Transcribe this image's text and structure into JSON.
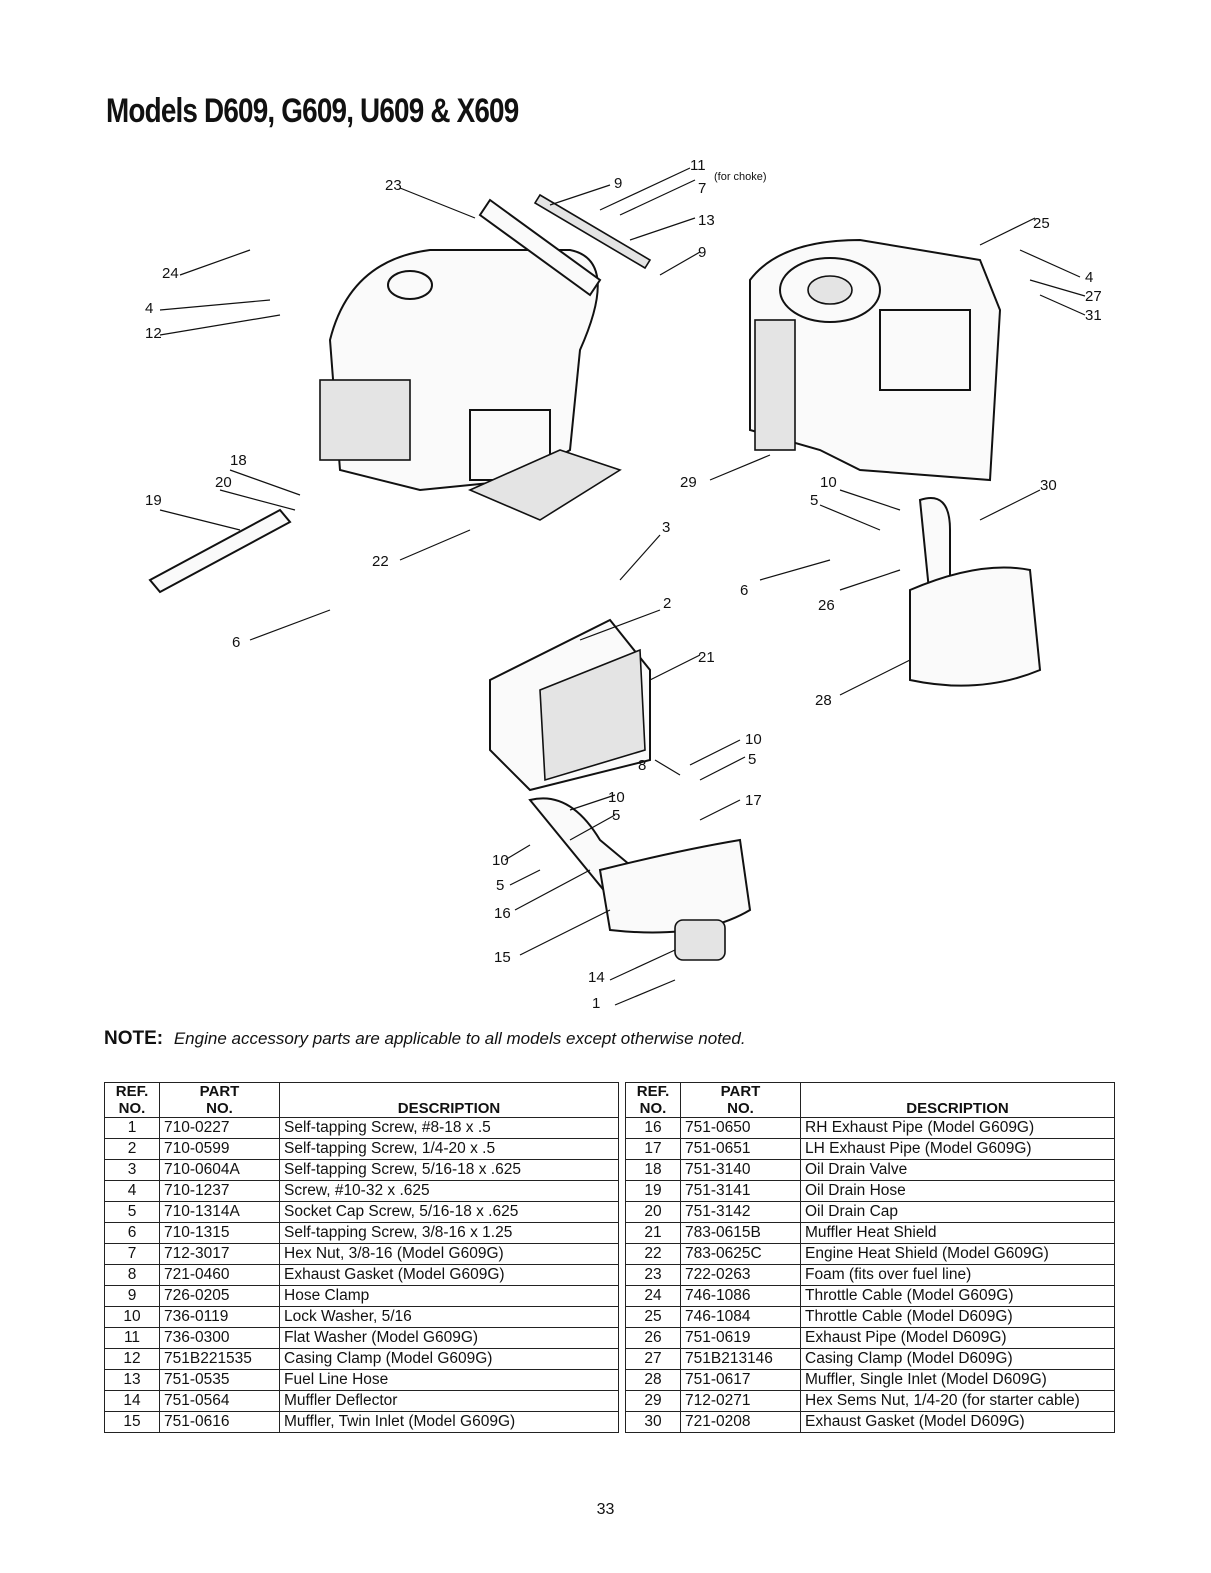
{
  "title": "Models D609, G609, U609 & X609",
  "callouts": {
    "c23": "23",
    "c9a": "9",
    "c11": "11",
    "c11_note": "(for choke)",
    "c7": "7",
    "c13": "13",
    "c9b": "9",
    "c25": "25",
    "c4b": "4",
    "c27": "27",
    "c31": "31",
    "c24": "24",
    "c4a": "4",
    "c12": "12",
    "c18": "18",
    "c20": "20",
    "c19": "19",
    "c22": "22",
    "c6a": "6",
    "c29": "29",
    "c10a": "10",
    "c5a": "5",
    "c30": "30",
    "c3": "3",
    "c2": "2",
    "c21": "21",
    "c6b": "6",
    "c26": "26",
    "c28": "28",
    "c10b": "10",
    "c5b": "5",
    "c8": "8",
    "c10c": "10",
    "c5c": "5",
    "c17": "17",
    "c10d": "10",
    "c5d": "5",
    "c16": "16",
    "c15": "15",
    "c14": "14",
    "c1": "1"
  },
  "note": {
    "label": "NOTE:",
    "text": "Engine accessory parts are applicable to all models except otherwise noted."
  },
  "table_headers": {
    "ref_top": "REF.",
    "ref_bottom": "NO.",
    "part_top": "PART",
    "part_bottom": "NO.",
    "description": "DESCRIPTION"
  },
  "parts_left": [
    {
      "ref": "1",
      "part": "710-0227",
      "desc": "Self-tapping Screw, #8-18 x .5"
    },
    {
      "ref": "2",
      "part": "710-0599",
      "desc": "Self-tapping Screw, 1/4-20 x .5"
    },
    {
      "ref": "3",
      "part": "710-0604A",
      "desc": "Self-tapping Screw, 5/16-18 x .625"
    },
    {
      "ref": "4",
      "part": "710-1237",
      "desc": "Screw, #10-32 x .625"
    },
    {
      "ref": "5",
      "part": "710-1314A",
      "desc": "Socket Cap Screw, 5/16-18 x .625"
    },
    {
      "ref": "6",
      "part": "710-1315",
      "desc": "Self-tapping Screw, 3/8-16 x 1.25"
    },
    {
      "ref": "7",
      "part": "712-3017",
      "desc": "Hex Nut, 3/8-16 (Model G609G)"
    },
    {
      "ref": "8",
      "part": "721-0460",
      "desc": "Exhaust Gasket (Model G609G)"
    },
    {
      "ref": "9",
      "part": "726-0205",
      "desc": "Hose Clamp"
    },
    {
      "ref": "10",
      "part": "736-0119",
      "desc": "Lock Washer, 5/16"
    },
    {
      "ref": "11",
      "part": "736-0300",
      "desc": "Flat Washer (Model G609G)"
    },
    {
      "ref": "12",
      "part": "751B221535",
      "desc": "Casing Clamp (Model G609G)"
    },
    {
      "ref": "13",
      "part": "751-0535",
      "desc": "Fuel Line Hose"
    },
    {
      "ref": "14",
      "part": "751-0564",
      "desc": "Muffler Deflector"
    },
    {
      "ref": "15",
      "part": "751-0616",
      "desc": "Muffler, Twin Inlet (Model G609G)"
    }
  ],
  "parts_right": [
    {
      "ref": "16",
      "part": "751-0650",
      "desc": "RH Exhaust Pipe (Model G609G)"
    },
    {
      "ref": "17",
      "part": "751-0651",
      "desc": "LH Exhaust Pipe (Model G609G)"
    },
    {
      "ref": "18",
      "part": "751-3140",
      "desc": "Oil Drain Valve"
    },
    {
      "ref": "19",
      "part": "751-3141",
      "desc": "Oil Drain Hose"
    },
    {
      "ref": "20",
      "part": "751-3142",
      "desc": "Oil Drain Cap"
    },
    {
      "ref": "21",
      "part": "783-0615B",
      "desc": "Muffler Heat Shield"
    },
    {
      "ref": "22",
      "part": "783-0625C",
      "desc": "Engine Heat Shield (Model G609G)"
    },
    {
      "ref": "23",
      "part": "722-0263",
      "desc": "Foam (fits over fuel line)"
    },
    {
      "ref": "24",
      "part": "746-1086",
      "desc": "Throttle Cable (Model G609G)"
    },
    {
      "ref": "25",
      "part": "746-1084",
      "desc": "Throttle Cable (Model D609G)"
    },
    {
      "ref": "26",
      "part": "751-0619",
      "desc": "Exhaust Pipe (Model D609G)"
    },
    {
      "ref": "27",
      "part": "751B213146",
      "desc": "Casing Clamp (Model D609G)"
    },
    {
      "ref": "28",
      "part": "751-0617",
      "desc": "Muffler, Single Inlet (Model D609G)"
    },
    {
      "ref": "29",
      "part": "712-0271",
      "desc": "Hex Sems Nut, 1/4-20 (for starter cable)"
    },
    {
      "ref": "30",
      "part": "721-0208",
      "desc": "Exhaust Gasket (Model D609G)"
    }
  ],
  "page_number": "33"
}
